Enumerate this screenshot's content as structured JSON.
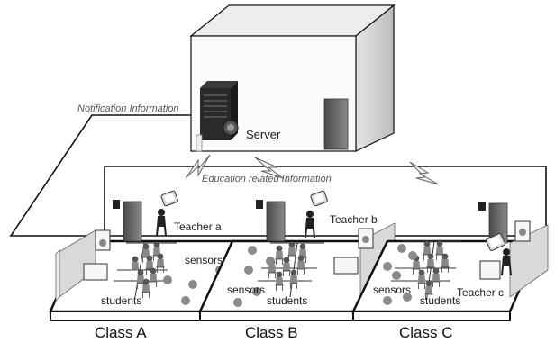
{
  "labels": {
    "notification": "Notification Information",
    "education": "Education related Information",
    "server": "Server",
    "teacher_a": "Teacher a",
    "teacher_b": "Teacher b",
    "teacher_c": "Teacher c",
    "sensors": "sensors",
    "students": "students",
    "class_a": "Class A",
    "class_b": "Class B",
    "class_c": "Class C"
  },
  "colors": {
    "outline": "#111111",
    "building_front": "#f4f4f4",
    "building_side": "#c9c9c9",
    "door": "#6a6a6a",
    "sensor_dot": "#8a8a8a",
    "floor": "#ffffff"
  },
  "icons": {
    "server": "server-rack-icon",
    "wireless": "lightning-bolt-icon",
    "tablet": "tablet-icon",
    "speaker": "speaker-icon",
    "person": "person-icon"
  }
}
